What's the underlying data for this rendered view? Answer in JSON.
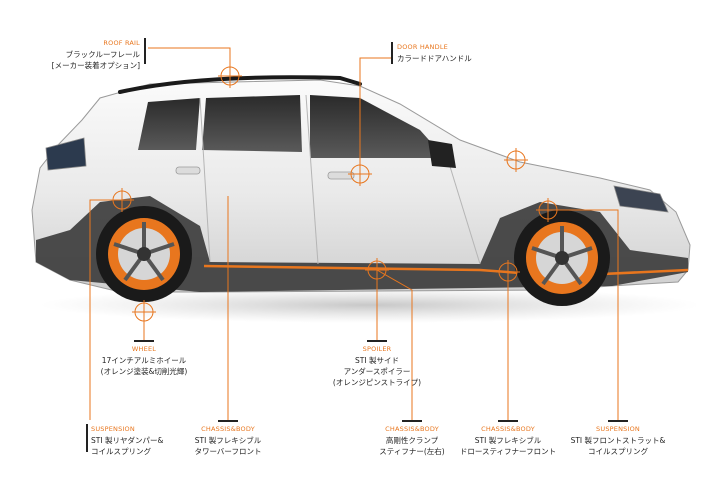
{
  "accent_color": "#e8761e",
  "callouts": {
    "roof_rail": {
      "category": "ROOF RAIL",
      "line1": "ブラックルーフレール",
      "line2": "[メーカー装着オプション]"
    },
    "door_handle": {
      "category": "DOOR HANDLE",
      "line1": "カラードドアハンドル"
    },
    "wheel": {
      "category": "WHEEL",
      "line1": "17インチアルミホイール",
      "line2": "(オレンジ塗装&切削光輝)"
    },
    "spoiler": {
      "category": "SPOILER",
      "line1": "STI 製サイド",
      "line2": "アンダースポイラー",
      "line3": "(オレンジピンストライプ)"
    },
    "suspension_rear": {
      "category": "SUSPENSION",
      "line1": "STI 製リヤダンパー&",
      "line2": "コイルスプリング"
    },
    "chassis_front": {
      "category": "CHASSIS&BODY",
      "line1": "STI 製フレキシブル",
      "line2": "タワーバーフロント"
    },
    "chassis_clamp": {
      "category": "CHASSIS&BODY",
      "line1": "高剛性クランプ",
      "line2": "スティフナー(左右)"
    },
    "chassis_draw": {
      "category": "CHASSIS&BODY",
      "line1": "STI 製フレキシブル",
      "line2": "ドロースティフナーフロント"
    },
    "suspension_front": {
      "category": "SUSPENSION",
      "line1": "STI 製フロントストラット&",
      "line2": "コイルスプリング"
    }
  }
}
